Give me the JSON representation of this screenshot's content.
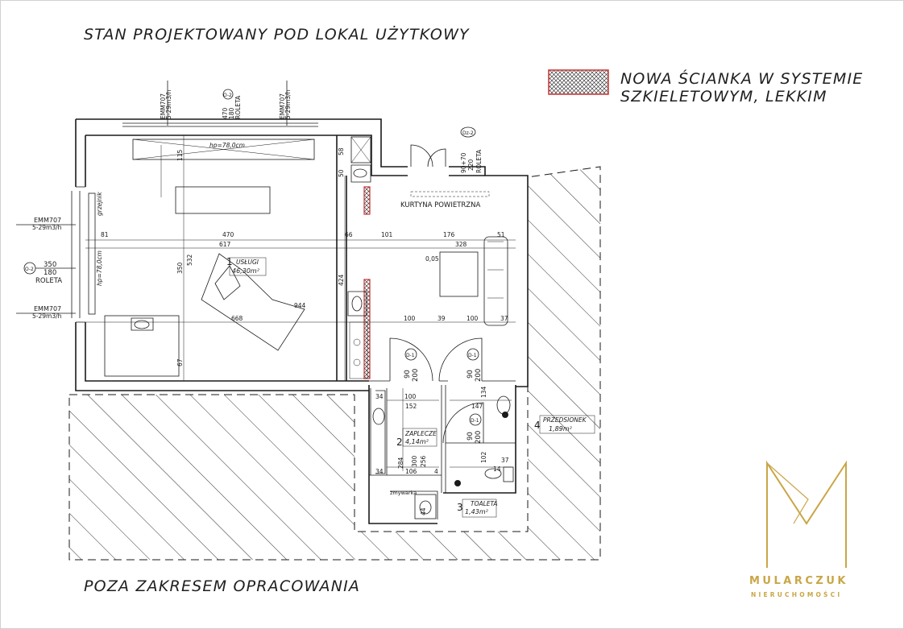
{
  "header": {
    "title": "STAN PROJEKTOWANY POD LOKAL UŻYTKOWY",
    "footer": "POZA ZAKRESEM OPRACOWANIA"
  },
  "legend": {
    "line1": "NOWA ŚCIANKA W SYSTEMIE",
    "line2": "SZKIELETOWYM, LEKKIM",
    "color": "#cc3333"
  },
  "logo": {
    "name": "MULARCZUK",
    "sub": "NIERUCHOMOŚCI",
    "color": "#c9a646"
  },
  "vents": {
    "emm": "EMM707",
    "flow": "5-29m3/h"
  },
  "windows": {
    "o2_tag": "O-2",
    "o2_top_size1": "470",
    "o2_top_size2": "180",
    "o2_top_type": "ROLETA",
    "o2_left_size1": "350",
    "o2_left_size2": "180",
    "o2_left_type": "ROLETA",
    "dz2_tag": "Dz-2",
    "dz2_size1": "90+70",
    "dz2_size2": "220",
    "dz2_type": "ROLETA"
  },
  "doors": {
    "d1_tag": "D-1",
    "d1_w": "90",
    "d1_h": "200"
  },
  "labels": {
    "hp_top": "hp=78,0cm",
    "hp_left": "hp=78,0cm",
    "grzejnik": "grzejnik",
    "kurtyna": "KURTYNA POWIETRZNA",
    "zmywarka": "zmywarka",
    "level": "0,05"
  },
  "rooms": [
    {
      "num": "1",
      "name": "USŁUGI",
      "area": "46,30m²"
    },
    {
      "num": "2",
      "name": "ZAPLECZE",
      "area": "4,14m²"
    },
    {
      "num": "3",
      "name": "TOALETA",
      "area": "1,43m²"
    },
    {
      "num": "4",
      "name": "PRZEDSIONEK",
      "area": "1,89m²"
    }
  ],
  "dims": {
    "d115": "115",
    "d58": "58",
    "d50": "50",
    "d81": "81",
    "d470": "470",
    "d66": "66",
    "d101": "101",
    "d176": "176",
    "d51": "51",
    "d617": "617",
    "d328": "328",
    "d532": "532",
    "d350": "350",
    "d424": "424",
    "d944": "944",
    "d668": "668",
    "d100a": "100",
    "d39": "39",
    "d100b": "100",
    "d37a": "37",
    "d67": "67",
    "d34a": "34",
    "d100c": "100",
    "d152": "152",
    "d134": "134",
    "d147": "147",
    "d284": "284",
    "d300": "300",
    "d256": "256",
    "d34b": "34",
    "d106": "106",
    "d4": "4",
    "d102": "102",
    "d37b": "37",
    "d14": "14",
    "d44": "44"
  }
}
